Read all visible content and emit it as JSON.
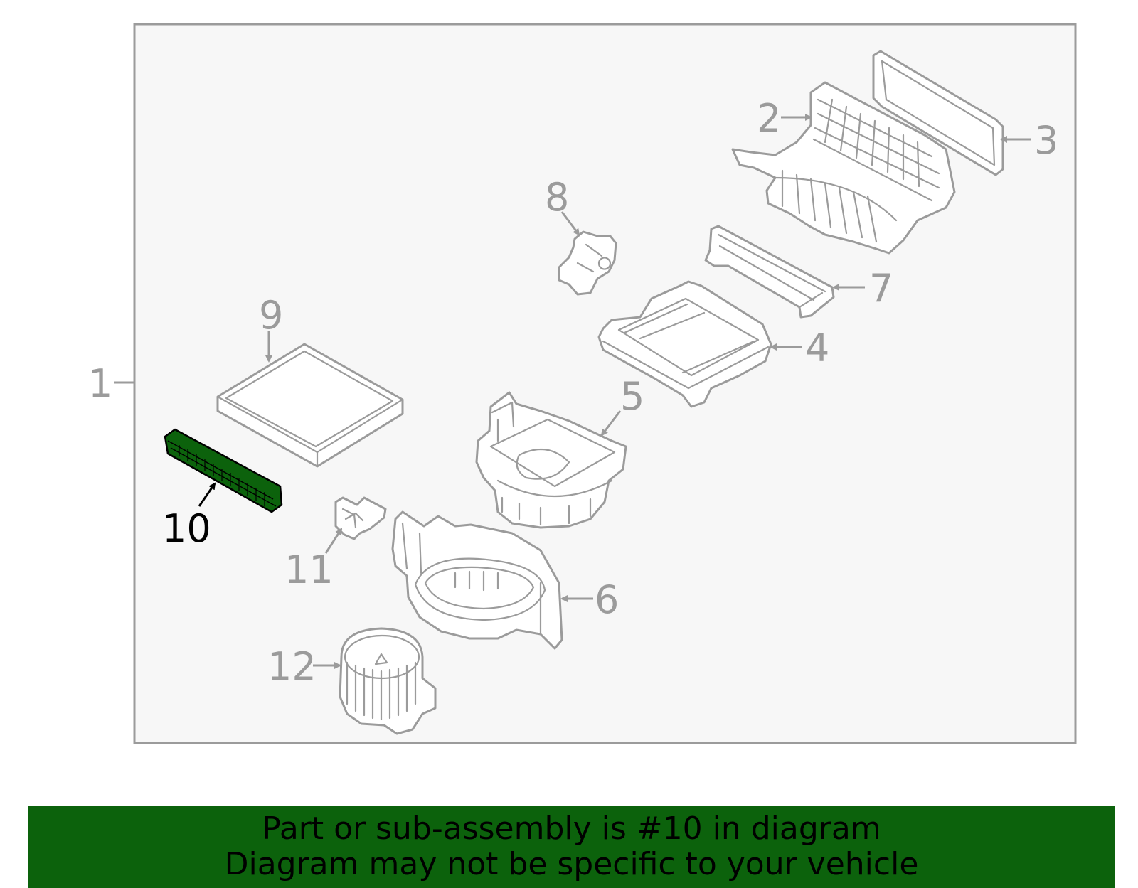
{
  "diagram": {
    "highlighted_part": "10",
    "highlight_color": "#0c620c",
    "part_line_color": "#9b9b9b",
    "callouts": {
      "p1": "1",
      "p2": "2",
      "p3": "3",
      "p4": "4",
      "p5": "5",
      "p6": "6",
      "p7": "7",
      "p8": "8",
      "p9": "9",
      "p10": "10",
      "p11": "11",
      "p12": "12"
    }
  },
  "banner": {
    "line1": "Part or sub-assembly is #10 in diagram",
    "line2": "Diagram may not be specific to your vehicle",
    "background": "#0c620c"
  }
}
